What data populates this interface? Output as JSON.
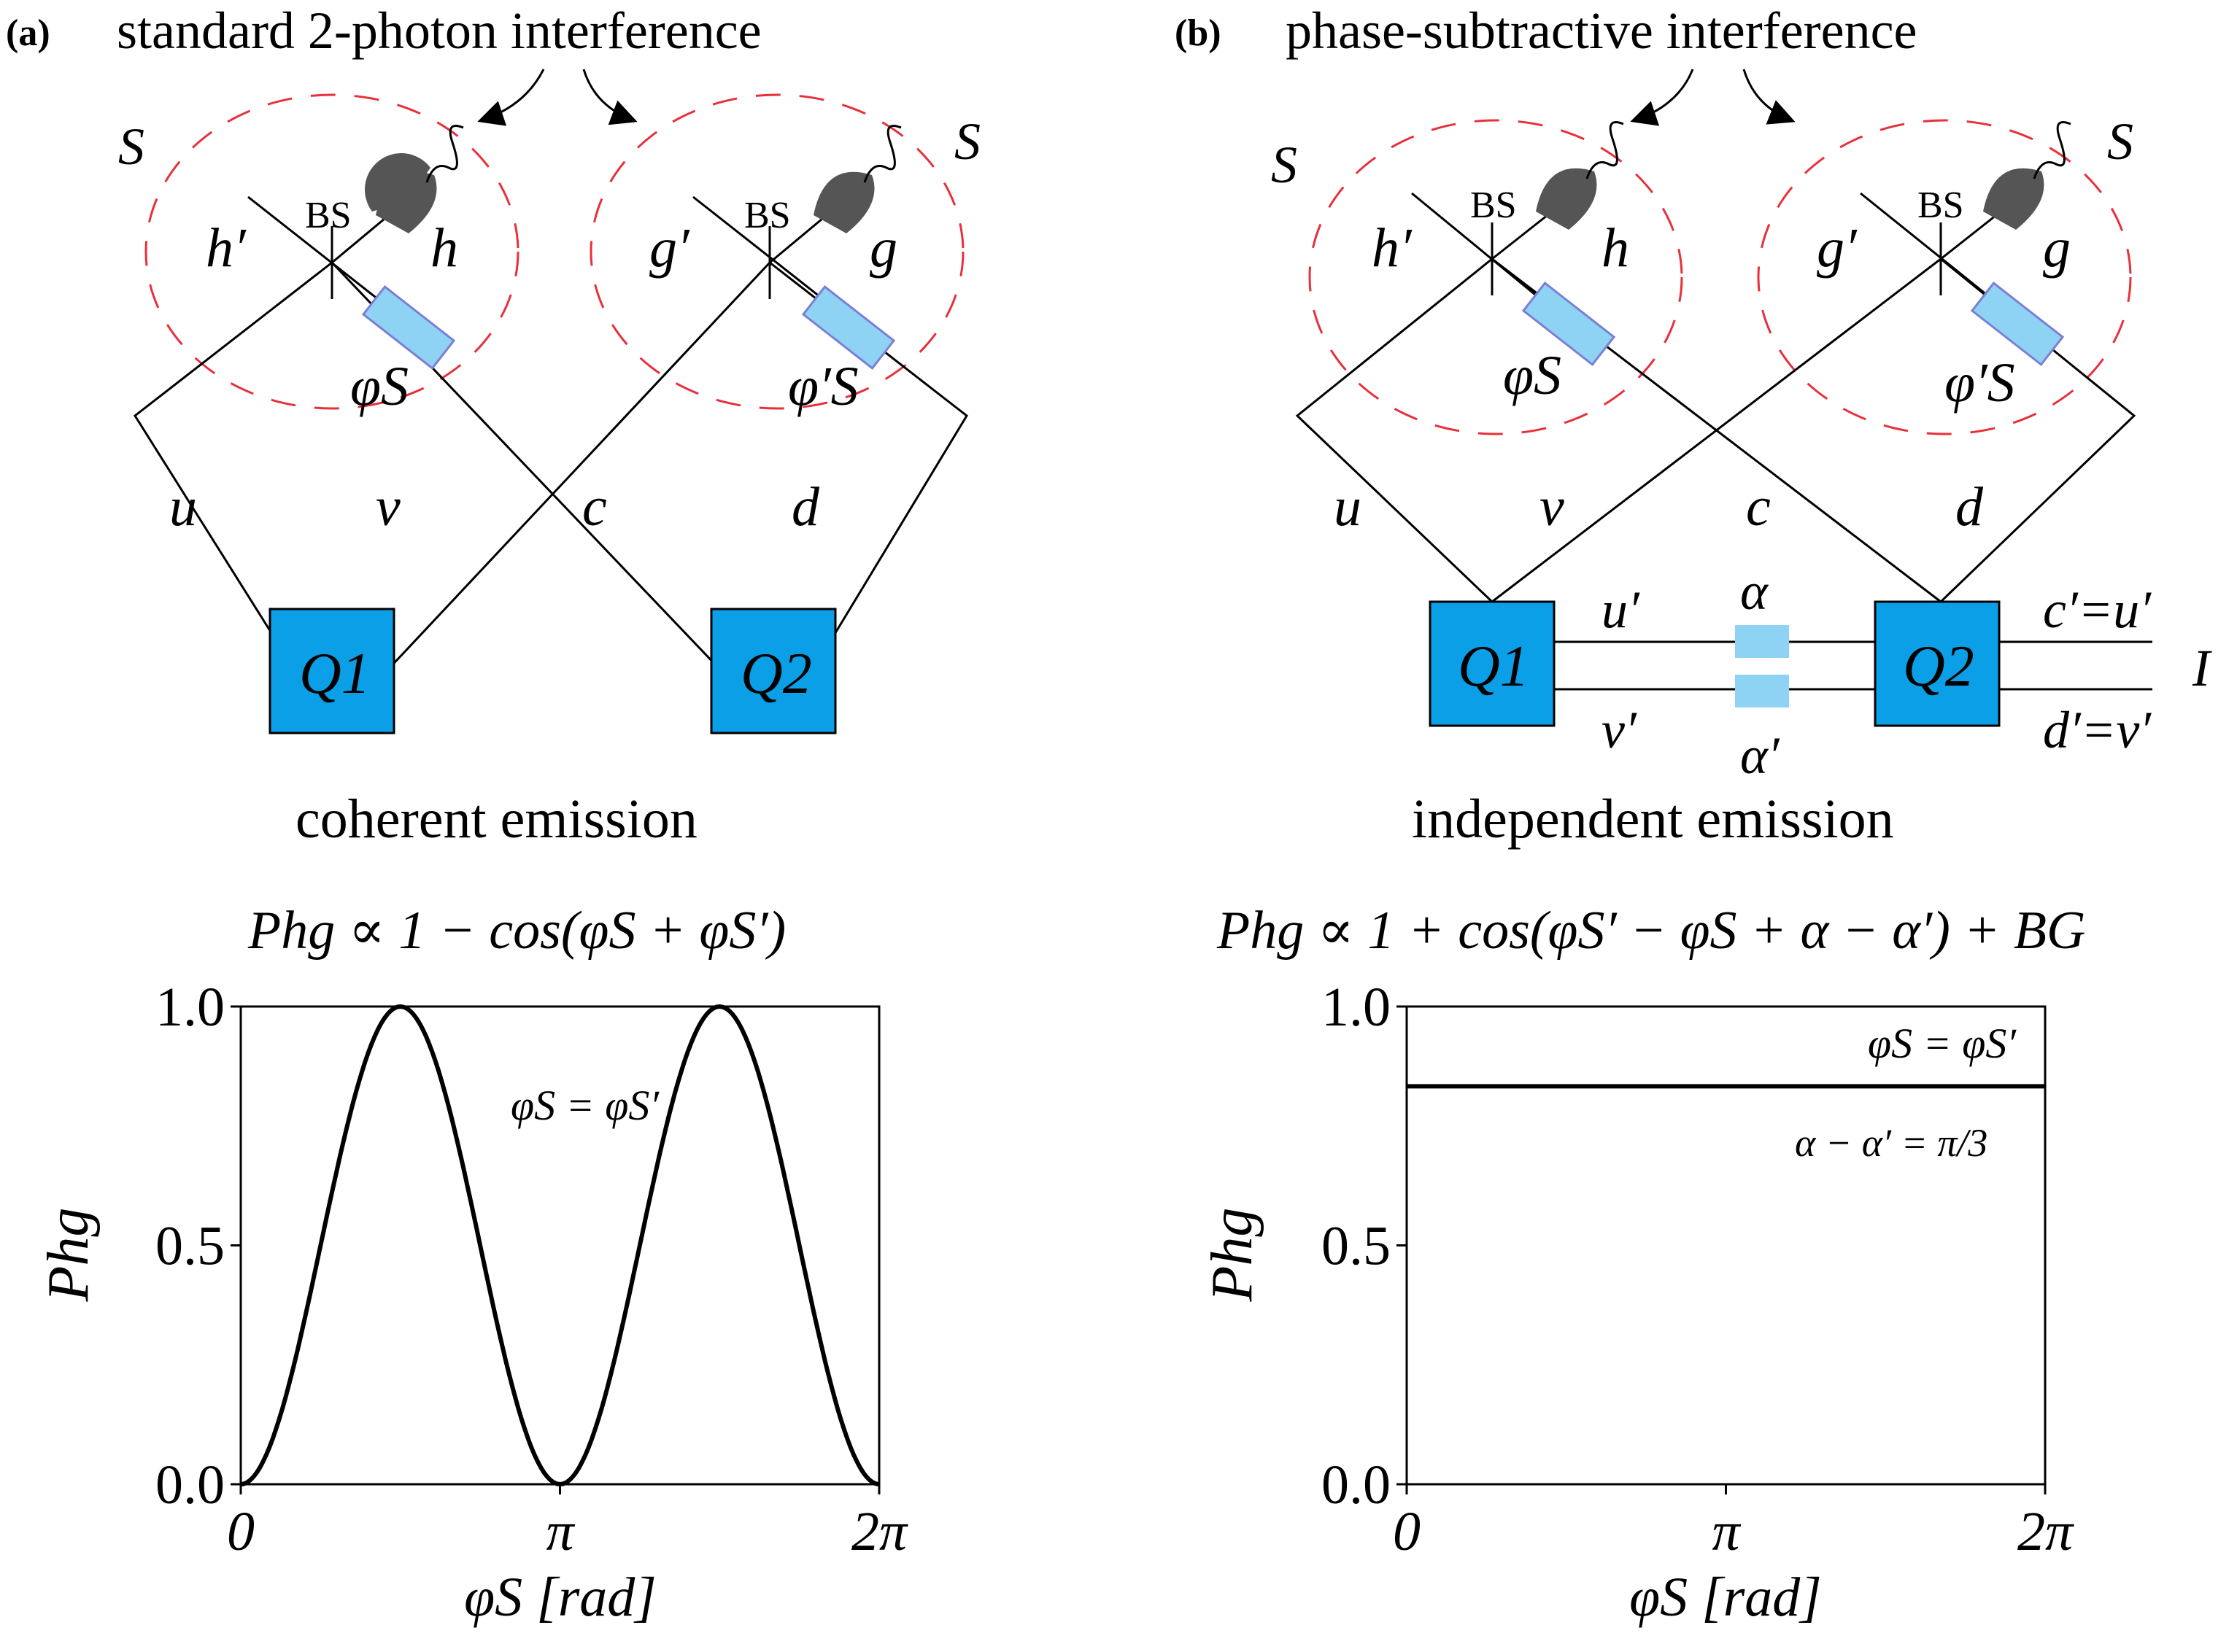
{
  "colors": {
    "source_box": "#0a9fe6",
    "phase_plate": "#8fd3f4",
    "phase_outline": "#7b7fd6",
    "dashed_region": "#e8303a",
    "detector": "#555555",
    "line": "#000000"
  },
  "panel_a": {
    "label": "(a)",
    "title": "standard 2-photon interference",
    "region_label_left": "S",
    "region_label_right": "S",
    "bs_left": "BS",
    "bs_right": "BS",
    "mode_h_prime": "h′",
    "mode_h": "h",
    "mode_g_prime": "g′",
    "mode_g": "g",
    "phase_left": "φS",
    "phase_right": "φ′S",
    "mode_u": "u",
    "mode_v": "v",
    "mode_c": "c",
    "mode_d": "d",
    "source_1": "Q1",
    "source_2": "Q2",
    "caption": "coherent emission",
    "formula": "Phg ∝ 1 − cos(φS + φS′)"
  },
  "panel_b": {
    "label": "(b)",
    "title": "phase-subtractive interference",
    "region_label_left": "S",
    "region_label_right": "S",
    "bs_left": "BS",
    "bs_right": "BS",
    "mode_h_prime": "h′",
    "mode_h": "h",
    "mode_g_prime": "g′",
    "mode_g": "g",
    "phase_left": "φS",
    "phase_right": "φ′S",
    "mode_u": "u",
    "mode_v": "v",
    "mode_c": "c",
    "mode_d": "d",
    "source_1": "Q1",
    "source_2": "Q2",
    "mode_u_prime": "u′",
    "mode_v_prime": "v′",
    "alpha": "α",
    "alpha_prime": "α′",
    "out_c": "c′=u′",
    "out_d": "d′=v′",
    "idler": "I",
    "caption": "independent emission",
    "formula": "Phg ∝ 1 + cos(φS′ − φS + α − α′) + BG"
  },
  "chart_data": [
    {
      "type": "line",
      "title": "Phg ∝ 1 − cos(φS + φS′)",
      "xlabel": "φS [rad]",
      "ylabel": "Phg",
      "xlim": [
        0,
        6.2832
      ],
      "ylim": [
        0.0,
        1.0
      ],
      "xticks": [
        "0",
        "π",
        "2π"
      ],
      "xtick_values": [
        0,
        3.1416,
        6.2832
      ],
      "yticks": [
        "0.0",
        "0.5",
        "1.0"
      ],
      "ytick_values": [
        0.0,
        0.5,
        1.0
      ],
      "annotation": "φS = φS′",
      "series": [
        {
          "x": [
            0,
            0.3927,
            0.7854,
            1.1781,
            1.5708,
            1.9635,
            2.3562,
            2.7489,
            3.1416,
            3.5343,
            3.927,
            4.3197,
            4.7124,
            5.1051,
            5.4978,
            5.8905,
            6.2832
          ],
          "values": [
            0.0,
            0.146,
            0.5,
            0.854,
            1.0,
            0.854,
            0.5,
            0.146,
            0.0,
            0.146,
            0.5,
            0.854,
            1.0,
            0.854,
            0.5,
            0.146,
            0.0
          ]
        }
      ],
      "grid": false
    },
    {
      "type": "line",
      "title": "Phg ∝ 1 + cos(φS′ − φS + α − α′) + BG",
      "xlabel": "φS [rad]",
      "ylabel": "Phg",
      "xlim": [
        0,
        6.2832
      ],
      "ylim": [
        0.0,
        1.0
      ],
      "xticks": [
        "0",
        "π",
        "2π"
      ],
      "xtick_values": [
        0,
        3.1416,
        6.2832
      ],
      "yticks": [
        "0.0",
        "0.5",
        "1.0"
      ],
      "ytick_values": [
        0.0,
        0.5,
        1.0
      ],
      "annotation_top": "φS = φS′",
      "annotation_bottom": "α − α′ = π/3",
      "series": [
        {
          "x": [
            0,
            6.2832
          ],
          "values": [
            0.833,
            0.833
          ]
        }
      ],
      "grid": false
    }
  ]
}
